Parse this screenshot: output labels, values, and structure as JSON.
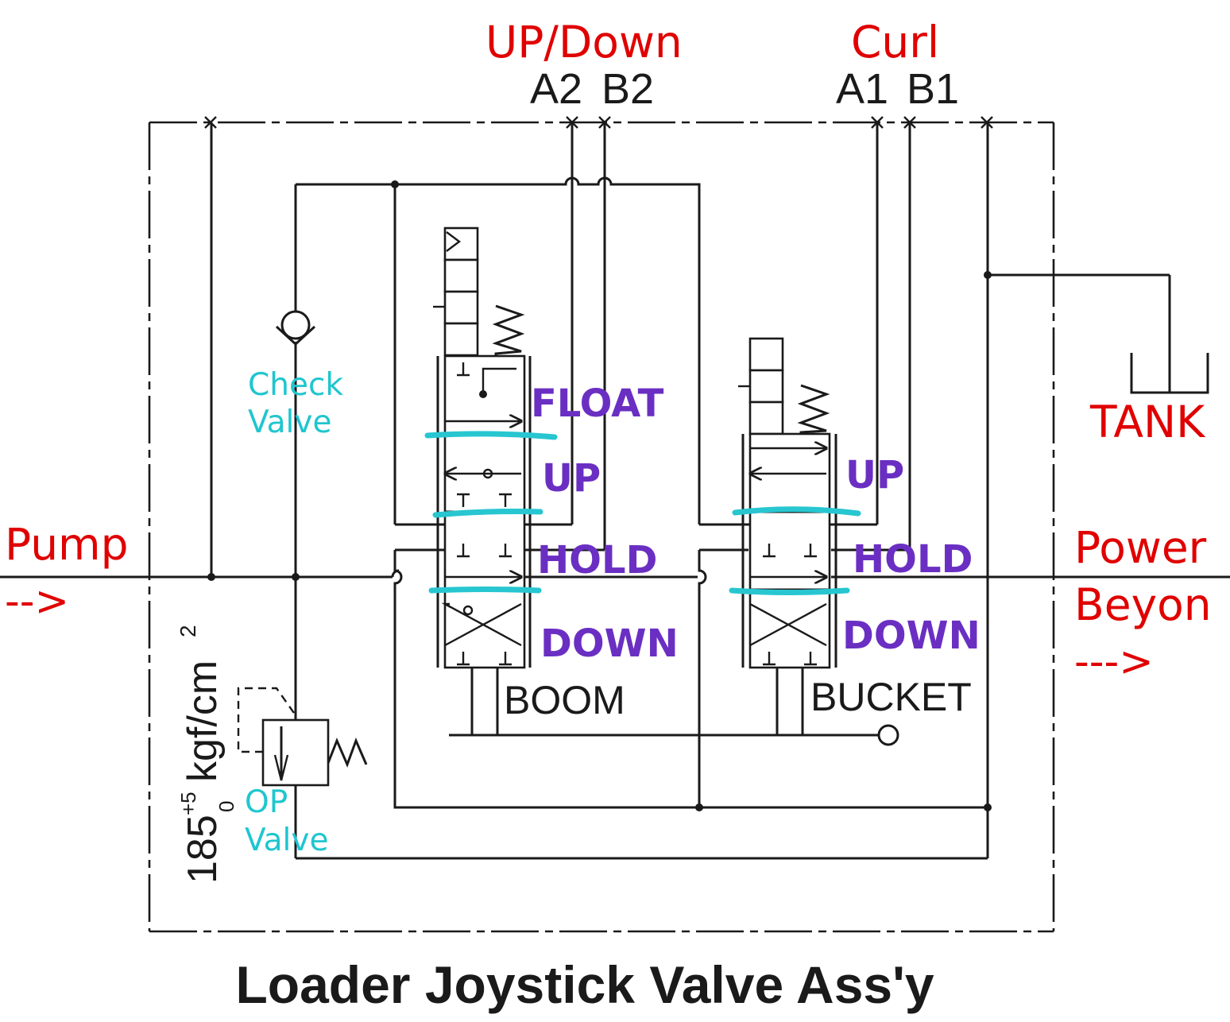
{
  "title": "Loader Joystick Valve Ass'y",
  "ports": {
    "updown_label": "UP/Down",
    "curl_label": "Curl",
    "a2": "A2",
    "b2": "B2",
    "a1": "A1",
    "b1": "B1"
  },
  "io": {
    "pump": "Pump",
    "pump_arrow": "-->",
    "power_beyond_line1": "Power",
    "power_beyond_line2": "Beyon",
    "power_beyond_arrow": "--->",
    "tank": "TANK"
  },
  "valves": {
    "check_line1": "Check",
    "check_line2": "Valve",
    "op_line1": "OP",
    "op_line2": "Valve",
    "pressure_base": "185",
    "pressure_sup": "+5",
    "pressure_sub": "0",
    "pressure_unit": "kgf/cm",
    "pressure_unit_sup": "2"
  },
  "sections": {
    "boom": {
      "name": "BOOM",
      "positions": [
        "FLOAT",
        "UP",
        "HOLD",
        "DOWN"
      ]
    },
    "bucket": {
      "name": "BUCKET",
      "positions": [
        "UP",
        "HOLD",
        "DOWN"
      ]
    }
  },
  "colors": {
    "port_labels": "#e00000",
    "position_labels": "#6a2fc2",
    "annotations": "#1fc6cf",
    "lines": "#1a1a1a"
  }
}
